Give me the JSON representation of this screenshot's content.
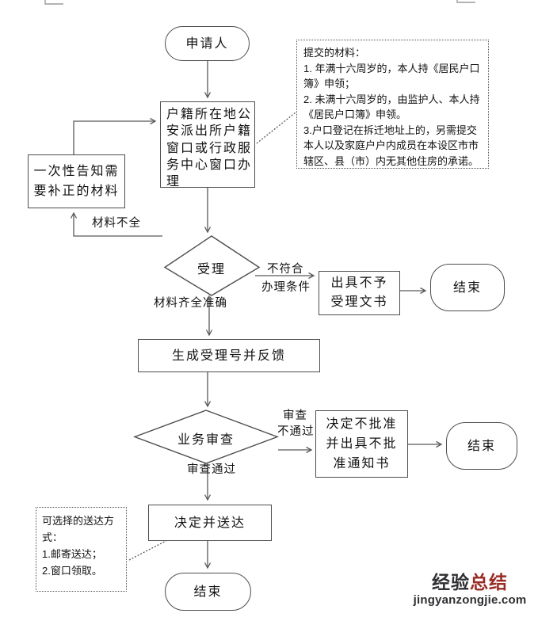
{
  "diagram": {
    "nodes": {
      "start": {
        "label": "申请人",
        "shape": "terminator"
      },
      "apply_window": {
        "label": "户籍所在地公安派出所户籍窗口或行政服务中心窗口办理",
        "shape": "process"
      },
      "notify_correction": {
        "label": "一次性告知需要补正的材料",
        "shape": "process"
      },
      "accept_decision": {
        "label": "受理",
        "shape": "decision"
      },
      "reject_doc": {
        "label": "出具不予\n受理文书",
        "shape": "process"
      },
      "end1": {
        "label": "结束",
        "shape": "terminator"
      },
      "generate_number": {
        "label": "生成受理号并反馈",
        "shape": "process"
      },
      "review_decision": {
        "label": "业务审查",
        "shape": "decision"
      },
      "disapprove": {
        "label": "决定不批准\n并出具不批\n准通知书",
        "shape": "process"
      },
      "end2": {
        "label": "结束",
        "shape": "terminator"
      },
      "decide_deliver": {
        "label": "决定并送达",
        "shape": "process"
      },
      "end3": {
        "label": "结束",
        "shape": "terminator"
      }
    },
    "edge_labels": {
      "materials_incomplete": "材料不全",
      "materials_complete": "材料齐全准确",
      "not_qualified_line1": "不符合",
      "not_qualified_line2": "办理条件",
      "review_line1": "审查",
      "review_line2": "不通过",
      "review_pass": "审查通过"
    },
    "notes": {
      "materials_note": {
        "title": "提交的材料：",
        "lines": [
          "1. 年满十六周岁的，本人持《居民户口簿》申领；",
          "2. 未满十六周岁的，由监护人、本人持《居民户口簿》申领。",
          "3.户口登记在拆迁地址上的，另需提交本人以及家庭户户内成员在本设区市市辖区、县（市）内无其他住房的承诺。"
        ]
      },
      "delivery_note": {
        "title": "可选择的送达方式：",
        "lines": [
          "1.邮寄送达；",
          "2.窗口领取。"
        ]
      }
    }
  },
  "watermark": {
    "brand_part1": "经验",
    "brand_part2": "总结",
    "domain": "jingyanzongjie.com"
  },
  "colors": {
    "background": "#ffffff",
    "node_border": "#4d4d4d",
    "connector": "#595959",
    "watermark_dark": "#2f2f33",
    "watermark_red": "#992c24"
  }
}
